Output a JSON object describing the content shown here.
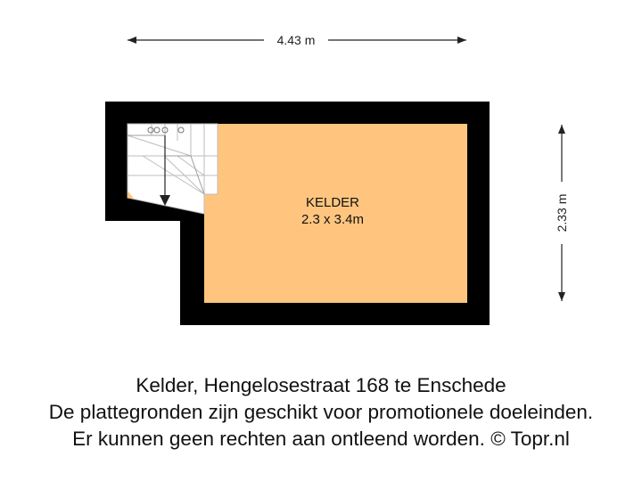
{
  "dimensions": {
    "width_label": "4.43 m",
    "height_label": "2.33 m"
  },
  "room": {
    "name": "KELDER",
    "size": "2.3 x 3.4m",
    "fill_color": "#FFC57F",
    "wall_color": "#000000"
  },
  "caption": {
    "line1": "Kelder, Hengelosestraat 168 te Enschede",
    "line2": "De plattegronden zijn geschikt voor promotionele doeleinden.",
    "line3": "Er kunnen geen rechten aan ontleend worden. © Topr.nl"
  }
}
